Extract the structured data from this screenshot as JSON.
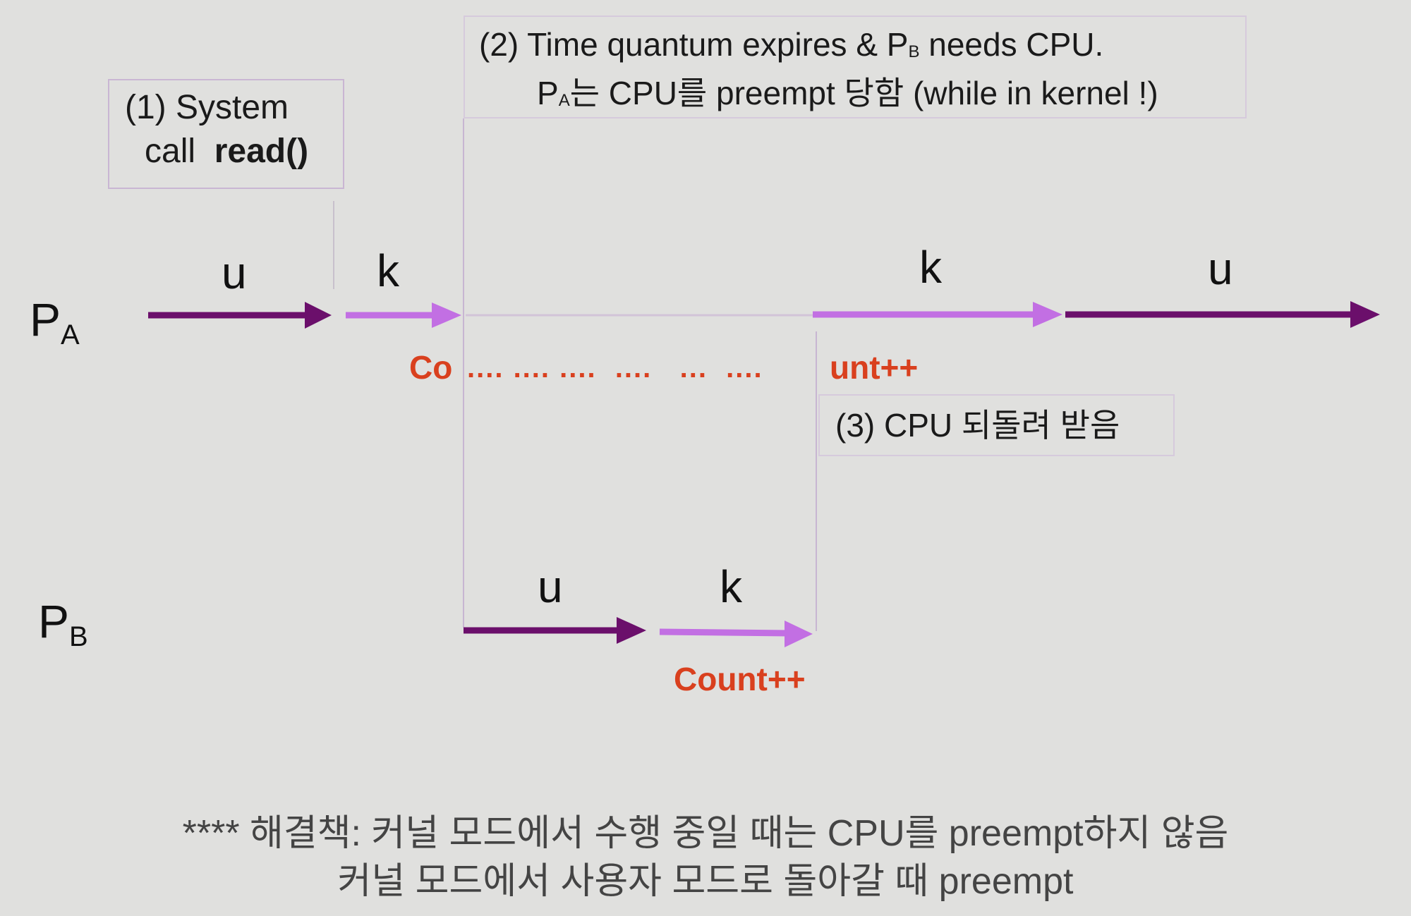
{
  "colors": {
    "user_arrow": "#6b0f6b",
    "kernel_arrow": "#c26fe3",
    "count_text": "#d9401e",
    "background": "#e0e0de"
  },
  "box1": {
    "line1": "(1) System",
    "line2_prefix": "call",
    "line2_bold": "read()"
  },
  "box2": {
    "l1_a": "(2) Time quantum expires & P",
    "l1_sub": "B",
    "l1_b": " needs CPU.",
    "l2_a": "P",
    "l2_sub": "A",
    "l2_b": "는 CPU를 preempt 당함 (while in kernel !)"
  },
  "box3": {
    "text": "(3) CPU 되돌려 받음"
  },
  "pa": {
    "main": "P",
    "sub": "A"
  },
  "pb": {
    "main": "P",
    "sub": "B"
  },
  "pa_segments": [
    "u",
    "k",
    "k",
    "u"
  ],
  "pb_segments": [
    "u",
    "k"
  ],
  "count_pa": {
    "start": "Co",
    "dots": ".... .... ....  ....   ...  ....",
    "end": "unt++"
  },
  "count_pb": "Count++",
  "footer": {
    "line1": "**** 해결책: 커널 모드에서 수행 중일 때는 CPU를 preempt하지 않음",
    "line2": "커널 모드에서 사용자 모드로 돌아갈 때 preempt"
  }
}
